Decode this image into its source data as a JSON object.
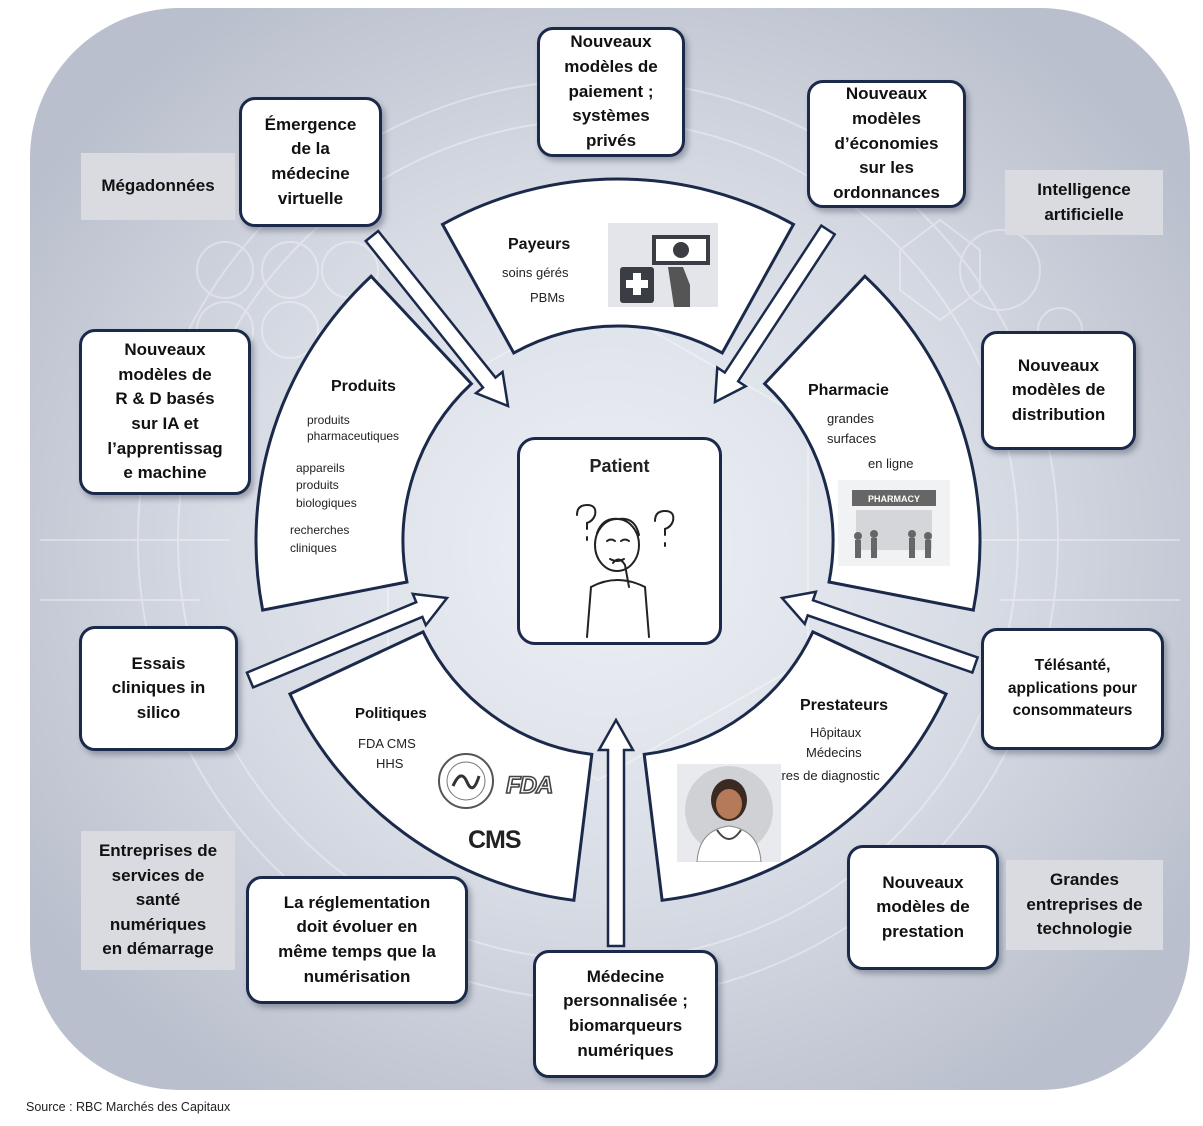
{
  "center": {
    "title": "Patient"
  },
  "segments": {
    "payeurs": {
      "title": "Payeurs",
      "items": [
        "soins gérés",
        "PBMs"
      ]
    },
    "pharmacie": {
      "title": "Pharmacie",
      "items": [
        "grandes",
        "surfaces",
        "en ligne"
      ],
      "sign": "PHARMACY"
    },
    "prestateurs": {
      "title": "Prestateurs",
      "items": [
        "Hôpitaux",
        "Médecins",
        "Centres de diagnostic"
      ]
    },
    "politiques": {
      "title": "Politiques",
      "items": [
        "FDA CMS",
        "HHS"
      ],
      "logos": [
        "FDA",
        "CMS"
      ]
    },
    "produits": {
      "title": "Produits",
      "items": [
        "produits",
        "pharmaceutiques",
        "appareils",
        "produits",
        "biologiques",
        "recherches",
        "cliniques"
      ]
    }
  },
  "boxes": {
    "paiement": "Nouveaux\nmodèles de\npaiement ;\nsystèmes\nprivés",
    "ordonnances": "Nouveaux\nmodèles\nd’économies\nsur les\nordonnances",
    "medecine_virtuelle": "Émergence\nde la\nmédecine\nvirtuelle",
    "rd": "Nouveaux\nmodèles de\nR & D basés\nsur IA et\nl’apprentissag\ne machine",
    "distribution": "Nouveaux\nmodèles de\ndistribution",
    "essais": "Essais\ncliniques in\nsilico",
    "telesante": "Télésanté,\napplications pour\nconsommateurs",
    "reglementation": "La réglementation\ndoit évoluer en\nmême temps que la\nnumérisation",
    "medecine_perso": "Médecine\npersonnalisée ;\nbiomarqueurs\nnumériques",
    "prestation": "Nouveaux\nmodèles de\nprestation"
  },
  "gray_boxes": {
    "megadonnees": "Mégadonnées",
    "ia": "Intelligence\nartificielle",
    "startups": "Entreprises de\nservices de\nsanté\nnumériques\nen démarrage",
    "tech": "Grandes\nentreprises de\ntechnologie"
  },
  "source": "Source : RBC Marchés des Capitaux",
  "colors": {
    "border": "#1b2a4a",
    "ring_bg": "#c9ced8",
    "gray_box": "#d9dbe1"
  }
}
